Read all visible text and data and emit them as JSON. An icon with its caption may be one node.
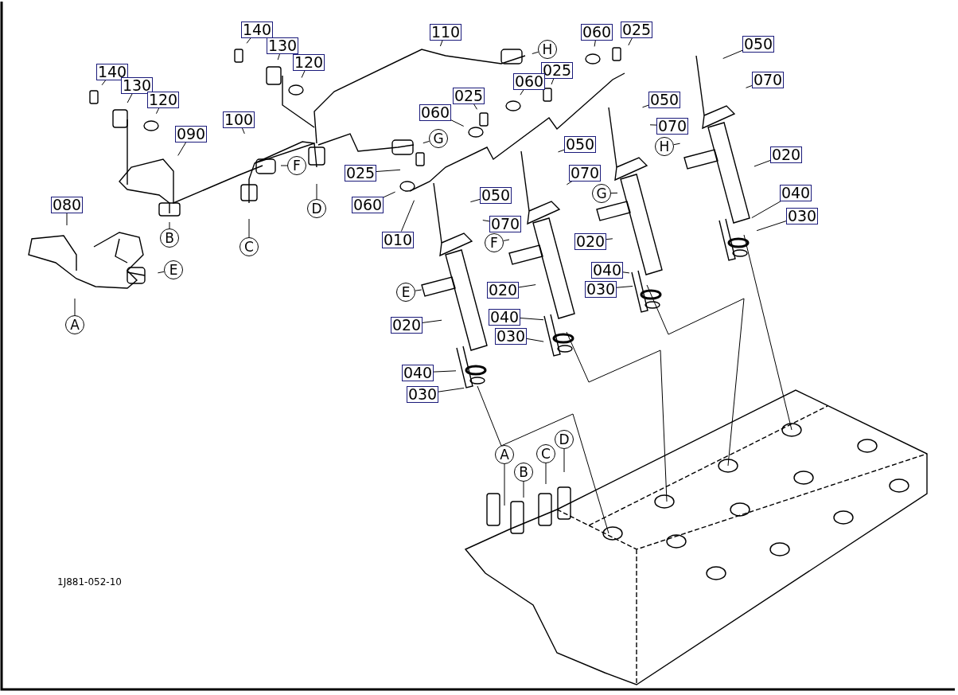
{
  "diagram": {
    "nodes": [
      {
        "text": [
          "140"
        ]
      },
      {
        "text": [
          "110"
        ]
      },
      {
        "text": [
          "025"
        ]
      },
      {
        "text": [
          "060"
        ]
      },
      {
        "text": [
          "050"
        ]
      },
      {
        "text": [
          "130"
        ]
      },
      {
        "text": [
          "H"
        ]
      },
      {
        "text": [
          "120"
        ]
      },
      {
        "text": [
          "025"
        ]
      },
      {
        "text": [
          "140"
        ]
      },
      {
        "text": [
          "070"
        ]
      },
      {
        "text": [
          "060"
        ]
      },
      {
        "text": [
          "130"
        ]
      },
      {
        "text": [
          "025"
        ]
      },
      {
        "text": [
          "050"
        ]
      },
      {
        "text": [
          "120"
        ]
      },
      {
        "text": [
          "060"
        ]
      },
      {
        "text": [
          "100"
        ]
      },
      {
        "text": [
          "070"
        ]
      },
      {
        "text": [
          "090"
        ]
      },
      {
        "text": [
          "G"
        ]
      },
      {
        "text": [
          "050"
        ]
      },
      {
        "text": [
          "H"
        ]
      },
      {
        "text": [
          "020"
        ]
      },
      {
        "text": [
          "F"
        ]
      },
      {
        "text": [
          "025"
        ]
      },
      {
        "text": [
          "070"
        ]
      },
      {
        "text": [
          "040"
        ]
      },
      {
        "text": [
          "G"
        ]
      },
      {
        "text": [
          "050"
        ]
      },
      {
        "text": [
          "060"
        ]
      },
      {
        "text": [
          "080"
        ]
      },
      {
        "text": [
          "D"
        ]
      },
      {
        "text": [
          "030"
        ]
      },
      {
        "text": [
          "070"
        ]
      },
      {
        "text": [
          "B"
        ]
      },
      {
        "text": [
          "010"
        ]
      },
      {
        "text": [
          "020"
        ]
      },
      {
        "text": [
          "F"
        ]
      },
      {
        "text": [
          "C"
        ]
      },
      {
        "text": [
          "E"
        ]
      },
      {
        "text": [
          "040"
        ]
      },
      {
        "text": [
          "020"
        ]
      },
      {
        "text": [
          "030"
        ]
      },
      {
        "text": [
          "E"
        ]
      },
      {
        "text": [
          "040"
        ]
      },
      {
        "text": [
          "A"
        ]
      },
      {
        "text": [
          "020"
        ]
      },
      {
        "text": [
          "030"
        ]
      },
      {
        "text": [
          "040"
        ]
      },
      {
        "text": [
          "030"
        ]
      },
      {
        "text": [
          "D"
        ]
      },
      {
        "text": [
          "C"
        ]
      },
      {
        "text": [
          "A"
        ]
      },
      {
        "text": [
          "B"
        ]
      }
    ],
    "edges": [
      {
        "from": 0,
        "to": null,
        "arrow": "none"
      },
      {
        "from": 1,
        "to": null,
        "arrow": "none"
      },
      {
        "from": 2,
        "to": null,
        "arrow": "none"
      },
      {
        "from": 3,
        "to": null,
        "arrow": "none"
      },
      {
        "from": 4,
        "to": null,
        "arrow": "none"
      },
      {
        "from": 5,
        "to": null,
        "arrow": "none"
      },
      {
        "from": 6,
        "to": null,
        "arrow": "none"
      },
      {
        "from": 7,
        "to": null,
        "arrow": "none"
      },
      {
        "from": 8,
        "to": null,
        "arrow": "none"
      },
      {
        "from": 9,
        "to": null,
        "arrow": "none"
      },
      {
        "from": 10,
        "to": null,
        "arrow": "none"
      },
      {
        "from": 11,
        "to": null,
        "arrow": "none"
      },
      {
        "from": 12,
        "to": null,
        "arrow": "none"
      },
      {
        "from": 13,
        "to": null,
        "arrow": "none"
      },
      {
        "from": 14,
        "to": null,
        "arrow": "none"
      },
      {
        "from": 15,
        "to": null,
        "arrow": "none"
      },
      {
        "from": 16,
        "to": null,
        "arrow": "none"
      },
      {
        "from": 17,
        "to": null,
        "arrow": "none"
      },
      {
        "from": 18,
        "to": null,
        "arrow": "none"
      },
      {
        "from": 19,
        "to": null,
        "arrow": "none"
      },
      {
        "from": 20,
        "to": null,
        "arrow": "none"
      },
      {
        "from": 21,
        "to": null,
        "arrow": "none"
      },
      {
        "from": 22,
        "to": null,
        "arrow": "none"
      },
      {
        "from": 23,
        "to": null,
        "arrow": "none"
      },
      {
        "from": 24,
        "to": null,
        "arrow": "none"
      },
      {
        "from": 25,
        "to": null,
        "arrow": "none"
      },
      {
        "from": 26,
        "to": null,
        "arrow": "none"
      },
      {
        "from": 27,
        "to": null,
        "arrow": "none"
      },
      {
        "from": 28,
        "to": null,
        "arrow": "none"
      },
      {
        "from": 29,
        "to": null,
        "arrow": "none"
      },
      {
        "from": 30,
        "to": null,
        "arrow": "none"
      },
      {
        "from": 31,
        "to": null,
        "arrow": "none"
      },
      {
        "from": 32,
        "to": null,
        "arrow": "none"
      },
      {
        "from": 33,
        "to": null,
        "arrow": "none"
      },
      {
        "from": 34,
        "to": null,
        "arrow": "none"
      },
      {
        "from": 35,
        "to": null,
        "arrow": "none"
      },
      {
        "from": 36,
        "to": null,
        "arrow": "none"
      },
      {
        "from": 37,
        "to": null,
        "arrow": "none"
      },
      {
        "from": 38,
        "to": null,
        "arrow": "none"
      },
      {
        "from": 39,
        "to": null,
        "arrow": "none"
      },
      {
        "from": 40,
        "to": null,
        "arrow": "none"
      },
      {
        "from": 41,
        "to": null,
        "arrow": "none"
      },
      {
        "from": 42,
        "to": null,
        "arrow": "none"
      },
      {
        "from": 43,
        "to": null,
        "arrow": "none"
      },
      {
        "from": 44,
        "to": null,
        "arrow": "none"
      },
      {
        "from": 45,
        "to": null,
        "arrow": "none"
      },
      {
        "from": 46,
        "to": null,
        "arrow": "none"
      },
      {
        "from": 47,
        "to": null,
        "arrow": "none"
      },
      {
        "from": 48,
        "to": null,
        "arrow": "none"
      },
      {
        "from": 49,
        "to": null,
        "arrow": "none"
      },
      {
        "from": 50,
        "to": null,
        "arrow": "none"
      },
      {
        "from": 51,
        "to": null,
        "arrow": "none"
      },
      {
        "from": 52,
        "to": null,
        "arrow": "none"
      },
      {
        "from": 53,
        "to": null,
        "arrow": "none"
      },
      {
        "from": 54,
        "to": null,
        "arrow": "none"
      }
    ],
    "labels": [
      "1J881-052-10"
    ]
  }
}
